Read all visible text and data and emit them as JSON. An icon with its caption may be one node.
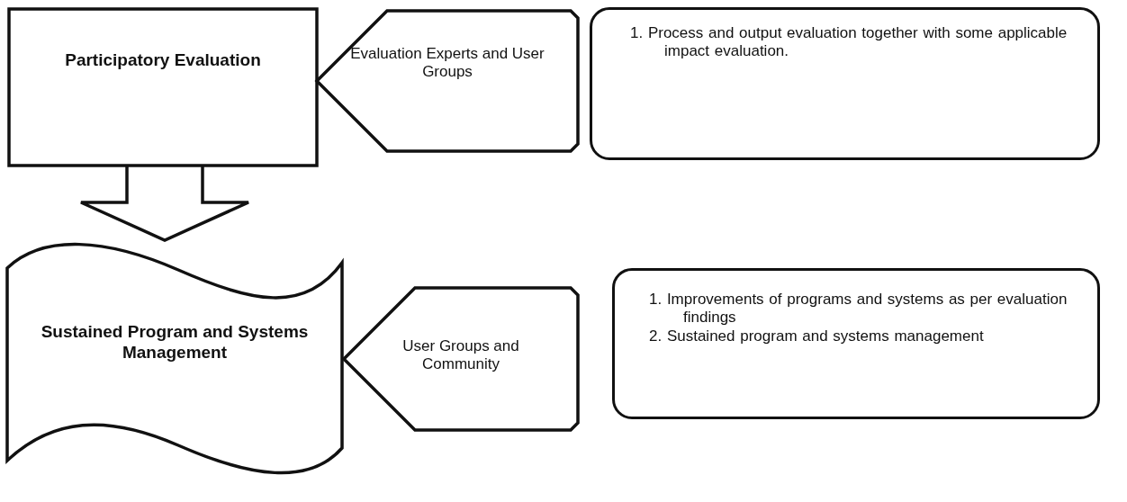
{
  "diagram": {
    "nodes": [
      {
        "text": [
          "Participatory Evaluation"
        ]
      },
      {
        "text": [
          "Evaluation Experts and User Groups"
        ]
      },
      {
        "text": [
          "1. Process and output evaluation together with some applicable impact evaluation."
        ]
      },
      {
        "text": [
          "Sustained Program and Systems Management"
        ]
      },
      {
        "text": [
          "User Groups and Community"
        ]
      },
      {
        "text": [
          "1. Improvements of programs and systems as per evaluation findings",
          "2. Sustained program and systems management"
        ]
      }
    ],
    "edges": [
      {
        "from": 0,
        "to": 3,
        "arrow": "to",
        "style": "thick"
      }
    ]
  }
}
